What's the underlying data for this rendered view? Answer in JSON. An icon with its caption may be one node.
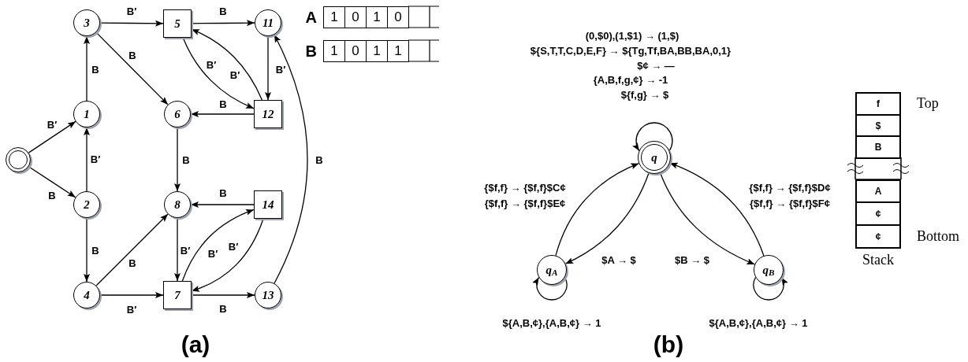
{
  "diagram": {
    "nodes": [
      {
        "text": [],
        "shape": "circle"
      },
      {
        "text": [
          "1"
        ]
      },
      {
        "text": [
          "2"
        ]
      },
      {
        "text": [
          "3"
        ]
      },
      {
        "text": [
          "4"
        ]
      },
      {
        "text": [
          "5"
        ]
      },
      {
        "text": [
          "6"
        ]
      },
      {
        "text": [
          "7"
        ]
      },
      {
        "text": [
          "8"
        ]
      },
      {
        "text": [
          "11"
        ]
      },
      {
        "text": [
          "12"
        ]
      },
      {
        "text": [
          "13"
        ]
      },
      {
        "text": [
          "14"
        ]
      },
      {
        "text": [
          "q"
        ]
      },
      {
        "text": [
          "q$_{A}$"
        ]
      },
      {
        "text": [
          "q$_{B}$"
        ]
      }
    ],
    "edges": [
      {
        "from": 0,
        "to": 1,
        "arrow": "to",
        "label": "B′"
      },
      {
        "from": 0,
        "to": 2,
        "arrow": "to",
        "label": "B"
      },
      {
        "from": 2,
        "to": 1,
        "arrow": "to",
        "label": "B′"
      },
      {
        "from": 1,
        "to": 3,
        "arrow": "to",
        "label": "B"
      },
      {
        "from": 2,
        "to": 4,
        "arrow": "to",
        "label": "B"
      },
      {
        "from": 3,
        "to": 5,
        "arrow": "to",
        "label": "B′"
      },
      {
        "from": 3,
        "to": 6,
        "arrow": "to",
        "label": "B"
      },
      {
        "from": 5,
        "to": 9,
        "arrow": "to",
        "label": "B"
      },
      {
        "from": 5,
        "to": 10,
        "arrow": "to",
        "label": "B′"
      },
      {
        "from": 10,
        "to": 5,
        "arrow": "to",
        "label": "B′"
      },
      {
        "from": 9,
        "to": 10,
        "arrow": "to",
        "label": "B′"
      },
      {
        "from": 10,
        "to": 6,
        "arrow": "to",
        "label": "B"
      },
      {
        "from": 6,
        "to": 8,
        "arrow": "to",
        "label": "B"
      },
      {
        "from": 12,
        "to": 8,
        "arrow": "to",
        "label": "B"
      },
      {
        "from": 4,
        "to": 8,
        "arrow": "to",
        "label": "B"
      },
      {
        "from": 8,
        "to": 7,
        "arrow": "to",
        "label": "B′"
      },
      {
        "from": 7,
        "to": 12,
        "arrow": "to",
        "label": "B′"
      },
      {
        "from": 12,
        "to": 7,
        "arrow": "to",
        "label": "B′"
      },
      {
        "from": 4,
        "to": 7,
        "arrow": "to",
        "label": "B′"
      },
      {
        "from": 7,
        "to": 11,
        "arrow": "to",
        "label": "B"
      },
      {
        "from": 11,
        "to": 9,
        "arrow": "to",
        "label": "B"
      },
      {
        "from": 13,
        "to": 13,
        "arrow": "to"
      },
      {
        "from": 13,
        "to": 14,
        "arrow": "to",
        "label": "$A → $"
      },
      {
        "from": 14,
        "to": 13,
        "arrow": "to"
      },
      {
        "from": 13,
        "to": 15,
        "arrow": "to",
        "label": "$B → $"
      },
      {
        "from": 15,
        "to": 13,
        "arrow": "to"
      },
      {
        "from": 14,
        "to": 14,
        "arrow": "to",
        "label": "${A,B,¢},{A,B,¢} → 1"
      },
      {
        "from": 15,
        "to": 15,
        "arrow": "to",
        "label": "${A,B,¢},{A,B,¢} → 1"
      }
    ],
    "labels": [
      "A",
      "1",
      "0",
      "1",
      "0",
      "B",
      "1",
      "0",
      "1",
      "1",
      "(0,$0),(1,$1) → (1,$)",
      "${S,T,T,C,D,E,F} → ${Tg,Tf,BA,BB,BA,0,1}",
      "$¢ → —",
      "{A,B,f,g,¢} → -1",
      "${f,g} → $",
      "{$f,f} → {$f,f}$C¢",
      "{$f,f} → {$f,f}$E¢",
      "{$f,f} → {$f,f}$D¢",
      "{$f,f} → {$f,f}$F¢",
      "f",
      "$",
      "B",
      "A",
      "¢",
      "¢",
      "Top",
      "Bottom",
      "Stack",
      "(a)",
      "(b)"
    ]
  }
}
